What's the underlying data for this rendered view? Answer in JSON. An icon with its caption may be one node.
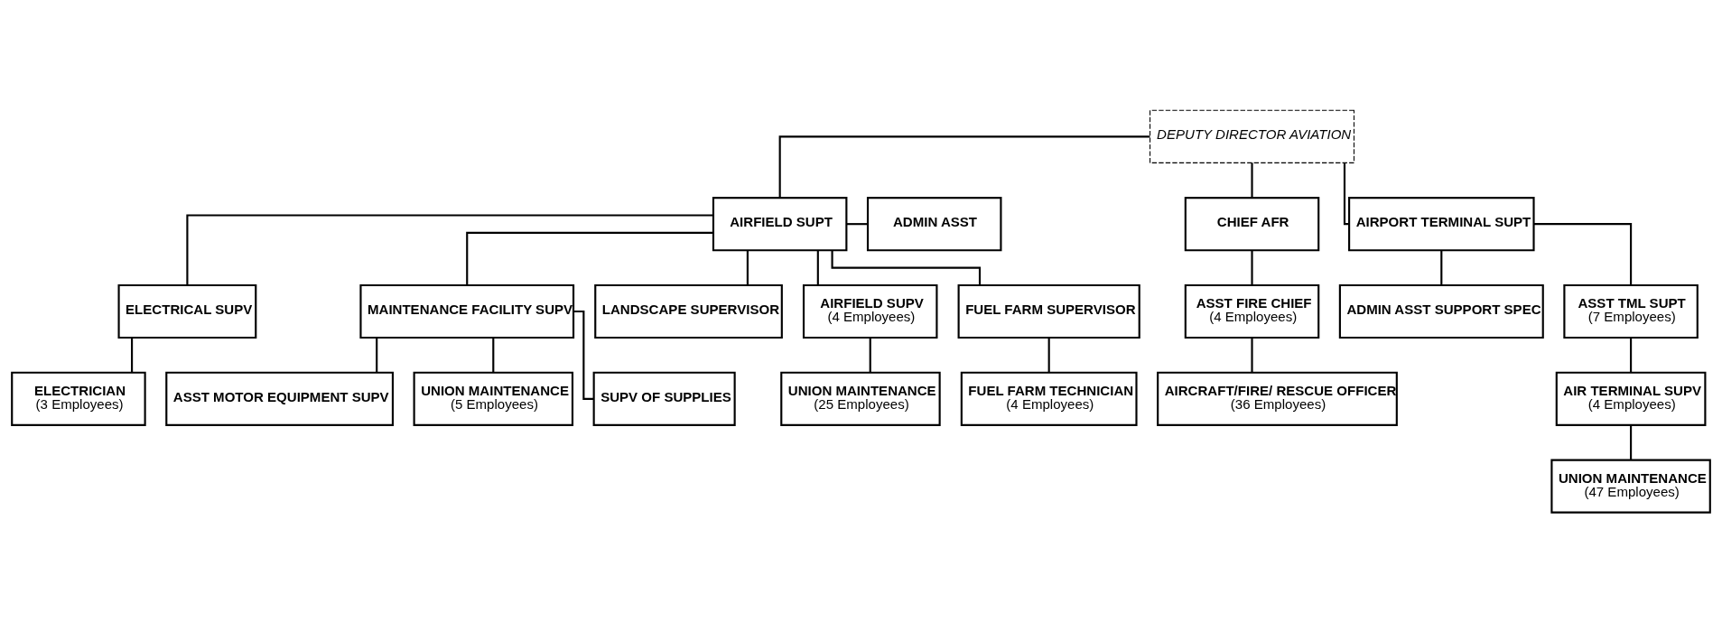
{
  "diagram": {
    "nodes": [
      {
        "text": [
          "DEPUTY DIRECTOR AVIATION"
        ]
      },
      {
        "text": [
          "AIRFIELD SUPT"
        ]
      },
      {
        "text": [
          "ADMIN ASST"
        ]
      },
      {
        "text": [
          "CHIEF AFR"
        ]
      },
      {
        "text": [
          "AIRPORT TERMINAL SUPT"
        ]
      },
      {
        "text": [
          "ELECTRICAL SUPV"
        ]
      },
      {
        "text": [
          "MAINTENANCE FACILITY SUPV"
        ]
      },
      {
        "text": [
          "LANDSCAPE SUPERVISOR"
        ]
      },
      {
        "text": [
          "AIRFIELD SUPV",
          "(4 Employees)"
        ]
      },
      {
        "text": [
          "FUEL FARM SUPERVISOR"
        ]
      },
      {
        "text": [
          "ASST FIRE CHIEF",
          "(4 Employees)"
        ]
      },
      {
        "text": [
          "ADMIN ASST SUPPORT SPEC"
        ]
      },
      {
        "text": [
          "ELECTRICIAN",
          "(3 Employees)"
        ]
      },
      {
        "text": [
          "ASST MOTOR EQUIPMENT SUPV"
        ]
      },
      {
        "text": [
          "UNION MAINTENANCE",
          "(5 Employees)"
        ]
      },
      {
        "text": [
          "SUPV OF SUPPLIES"
        ]
      },
      {
        "text": [
          "UNION MAINTENANCE",
          "(25 Employees)"
        ]
      },
      {
        "text": [
          "FUEL FARM TECHNICIAN",
          "(4 Employees)"
        ]
      },
      {
        "text": [
          "AIRCRAFT/FIRE/ RESCUE OFFICER",
          "(36 Employees)"
        ]
      },
      {
        "text": [
          "ASST TML SUPT",
          "(7 Employees)"
        ]
      },
      {
        "text": [
          "AIR TERMINAL SUPV",
          "(4 Employees)"
        ]
      },
      {
        "text": [
          "UNION MAINTENANCE",
          "(47 Employees)"
        ]
      }
    ],
    "edges": [
      {
        "from": 0,
        "to": 1,
        "arrow": "none"
      },
      {
        "from": 0,
        "to": 3,
        "arrow": "none"
      },
      {
        "from": 0,
        "to": 4,
        "arrow": "none"
      },
      {
        "from": 1,
        "to": 2,
        "arrow": "none"
      },
      {
        "from": 1,
        "to": 5,
        "arrow": "none"
      },
      {
        "from": 1,
        "to": 6,
        "arrow": "none"
      },
      {
        "from": 1,
        "to": 7,
        "arrow": "none"
      },
      {
        "from": 1,
        "to": 8,
        "arrow": "none"
      },
      {
        "from": 1,
        "to": 9,
        "arrow": "none"
      },
      {
        "from": 3,
        "to": 10,
        "arrow": "none"
      },
      {
        "from": 4,
        "to": 11,
        "arrow": "none"
      },
      {
        "from": 4,
        "to": 19,
        "arrow": "none"
      },
      {
        "from": 5,
        "to": 12,
        "arrow": "none"
      },
      {
        "from": 6,
        "to": 13,
        "arrow": "none"
      },
      {
        "from": 6,
        "to": 14,
        "arrow": "none"
      },
      {
        "from": 6,
        "to": 15,
        "arrow": "none"
      },
      {
        "from": 8,
        "to": 16,
        "arrow": "none"
      },
      {
        "from": 9,
        "to": 17,
        "arrow": "none"
      },
      {
        "from": 10,
        "to": 18,
        "arrow": "none"
      },
      {
        "from": 19,
        "to": 20,
        "arrow": "none"
      },
      {
        "from": 20,
        "to": 21,
        "arrow": "none"
      }
    ]
  }
}
